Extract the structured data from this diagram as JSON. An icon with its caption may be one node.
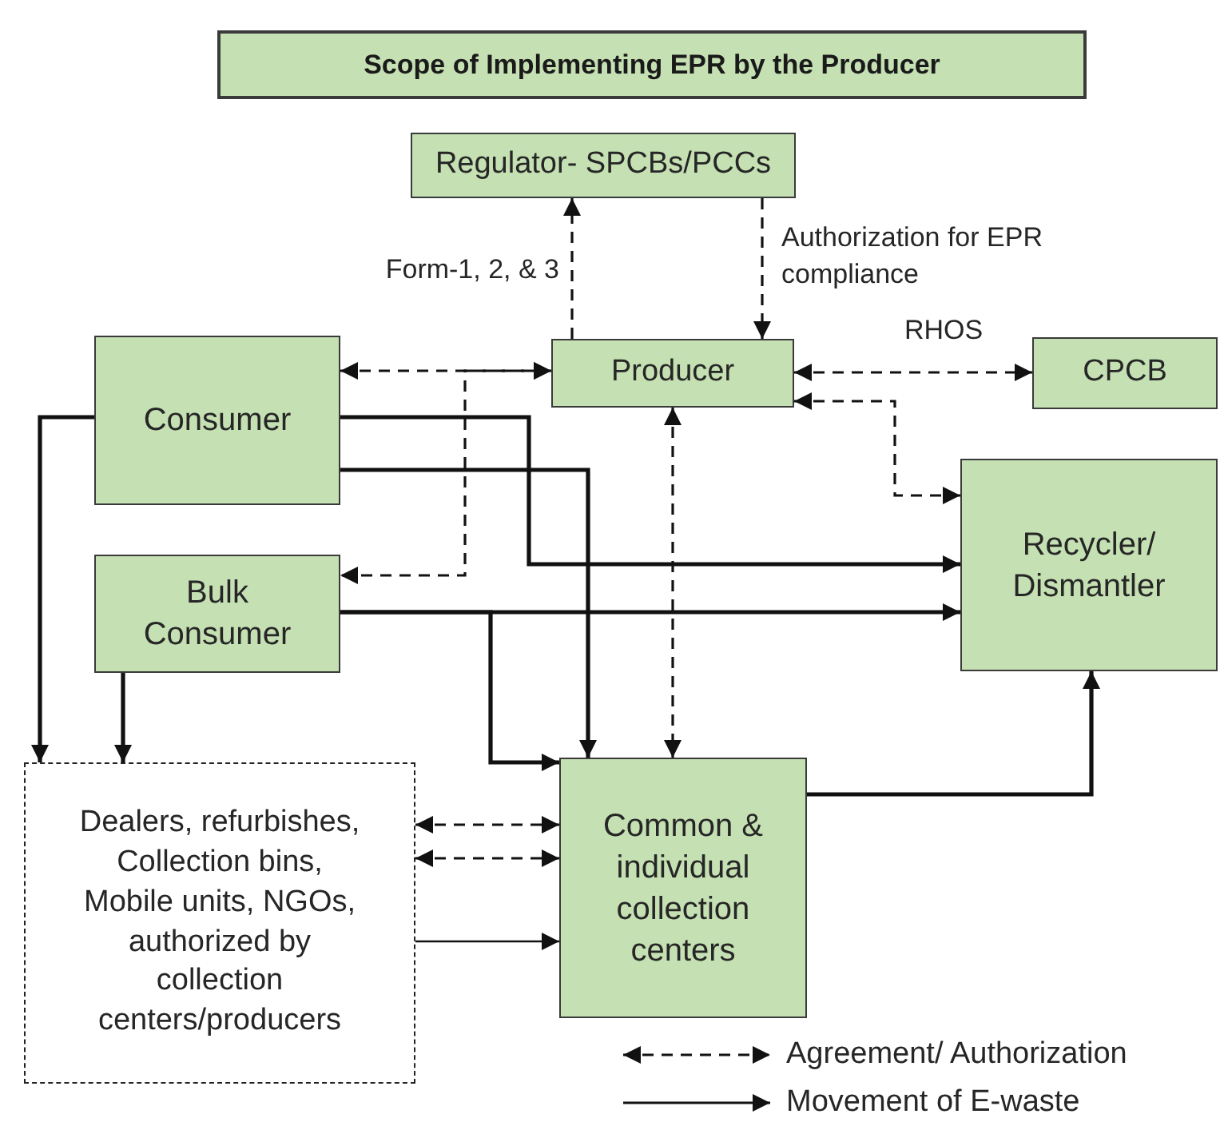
{
  "diagram": {
    "title": "Scope of Implementing EPR by the Producer",
    "nodes": [
      {
        "text": [
          "Regulator- SPCBs/PCCs"
        ]
      },
      {
        "text": [
          "Producer"
        ]
      },
      {
        "text": [
          "CPCB"
        ]
      },
      {
        "text": [
          "Consumer"
        ]
      },
      {
        "text": [
          "Recycler/ Dismantler"
        ]
      },
      {
        "text": [
          "Bulk Consumer"
        ]
      },
      {
        "text": [
          "Dealers, refurbishes, Collection bins, Mobile units, NGOs, authorized by collection centers/producers"
        ]
      },
      {
        "text": [
          "Common & individual collection centers"
        ]
      }
    ],
    "edges": [
      {
        "from": 1,
        "to": 0,
        "arrow": "to",
        "style": "dashed",
        "label": "Form-1, 2, & 3"
      },
      {
        "from": 0,
        "to": 1,
        "arrow": "to",
        "style": "dashed",
        "label": "Authorization for EPR compliance"
      },
      {
        "from": 1,
        "to": 2,
        "arrow": "both",
        "style": "dashed",
        "label": "RHOS"
      },
      {
        "from": 3,
        "to": 1,
        "arrow": "both",
        "style": "dashed"
      },
      {
        "from": 1,
        "to": 5,
        "arrow": "both",
        "style": "dashed"
      },
      {
        "from": 1,
        "to": 4,
        "arrow": "both",
        "style": "dashed"
      },
      {
        "from": 1,
        "to": 7,
        "arrow": "both",
        "style": "dashed"
      },
      {
        "from": 3,
        "to": 4,
        "arrow": "to"
      },
      {
        "from": 3,
        "to": 7,
        "arrow": "to"
      },
      {
        "from": 3,
        "to": 6,
        "arrow": "to"
      },
      {
        "from": 5,
        "to": 4,
        "arrow": "to"
      },
      {
        "from": 5,
        "to": 7,
        "arrow": "to"
      },
      {
        "from": 5,
        "to": 6,
        "arrow": "to"
      },
      {
        "from": 6,
        "to": 7,
        "arrow": "both",
        "style": "dashed"
      },
      {
        "from": 6,
        "to": 7,
        "arrow": "both",
        "style": "dashed"
      },
      {
        "from": 6,
        "to": 7,
        "arrow": "to"
      },
      {
        "from": 7,
        "to": 4,
        "arrow": "to"
      }
    ],
    "legend": [
      {
        "text": "Agreement/ Authorization"
      },
      {
        "text": "Movement of E-waste"
      }
    ]
  }
}
